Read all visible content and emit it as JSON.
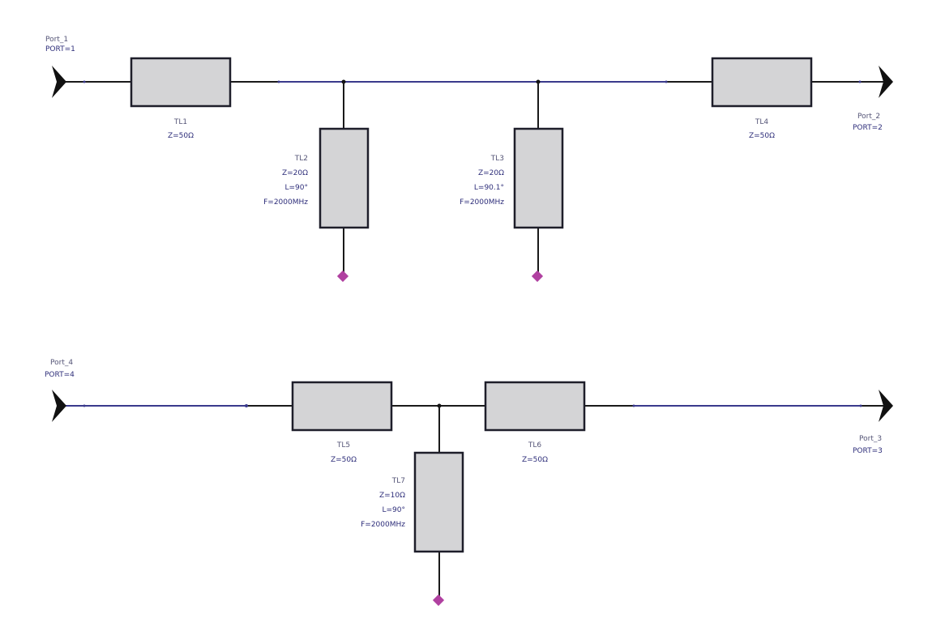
{
  "schematic": {
    "colors": {
      "wire": "#1a1a1a",
      "wire_net": "#3a3a8c",
      "element_fill": "#d4d4d6",
      "ground": "#b040a0",
      "label": "#2e2e7a"
    },
    "ports": [
      {
        "name": "Port_1",
        "param": "PORT=1"
      },
      {
        "name": "Port_2",
        "param": "PORT=2"
      },
      {
        "name": "Port_4",
        "param": "PORT=4"
      },
      {
        "name": "Port_3",
        "param": "PORT=3"
      }
    ],
    "lines": [
      {
        "name": "TL1",
        "params": [
          "Z=50Ω"
        ]
      },
      {
        "name": "TL2",
        "params": [
          "Z=20Ω",
          "L=90°",
          "F=2000MHz"
        ]
      },
      {
        "name": "TL3",
        "params": [
          "Z=20Ω",
          "L=90.1°",
          "F=2000MHz"
        ]
      },
      {
        "name": "TL4",
        "params": [
          "Z=50Ω"
        ]
      },
      {
        "name": "TL5",
        "params": [
          "Z=50Ω"
        ]
      },
      {
        "name": "TL7",
        "params": [
          "Z=10Ω",
          "L=90°",
          "F=2000MHz"
        ]
      },
      {
        "name": "TL6",
        "params": [
          "Z=50Ω"
        ]
      }
    ]
  }
}
